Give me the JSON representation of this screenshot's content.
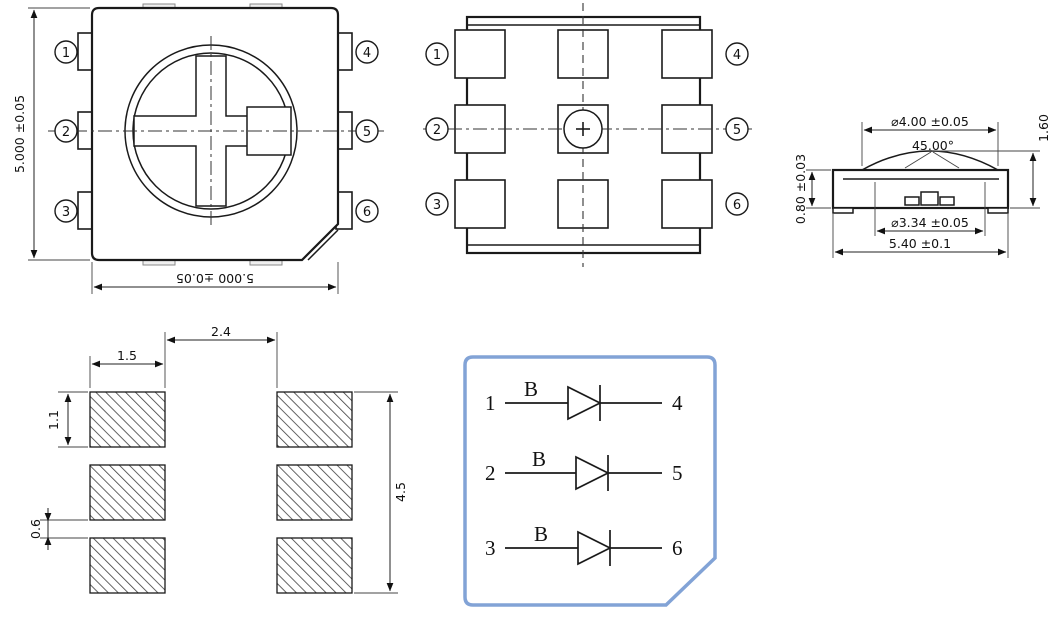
{
  "top_view": {
    "pin_labels": [
      "1",
      "2",
      "3",
      "4",
      "5",
      "6"
    ],
    "dim_height": "5.000 ±0.05",
    "dim_width": "5.000 ±0.05"
  },
  "bottom_view": {
    "pin_labels": [
      "1",
      "2",
      "3",
      "4",
      "5",
      "6"
    ]
  },
  "side_view": {
    "dim_lens_diameter": "⌀4.00 ±0.05",
    "dim_angle": "45.00°",
    "dim_total_height": "1.60",
    "dim_inner_diameter": "⌀3.34 ±0.05",
    "dim_body_width": "5.40 ±0.1",
    "dim_body_thickness": "0.80 ±0.03"
  },
  "pad_layout": {
    "dim_center_gap": "2.4",
    "dim_pad_width": "1.5",
    "dim_pad_height": "1.1",
    "dim_row_gap": "0.6",
    "dim_overall_height": "4.5"
  },
  "circuit_diagram": {
    "border_color": "#82a3d6",
    "rows": [
      {
        "anode_pin": "1",
        "label": "B",
        "cathode_pin": "4"
      },
      {
        "anode_pin": "2",
        "label": "B",
        "cathode_pin": "5"
      },
      {
        "anode_pin": "3",
        "label": "B",
        "cathode_pin": "6"
      }
    ]
  }
}
